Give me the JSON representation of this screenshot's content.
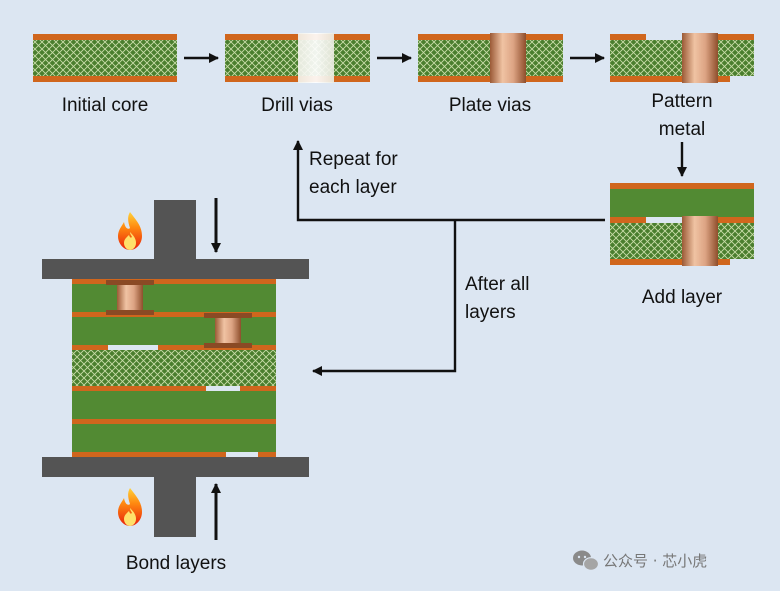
{
  "diagram": {
    "steps": {
      "initial_core": "Initial core",
      "drill_vias": "Drill vias",
      "plate_vias": "Plate vias",
      "pattern_metal_line1": "Pattern",
      "pattern_metal_line2": "metal",
      "add_layer": "Add layer",
      "bond_layers": "Bond layers"
    },
    "loop_labels": {
      "repeat_line1": "Repeat for",
      "repeat_line2": "each layer",
      "after_line1": "After all",
      "after_line2": "layers"
    },
    "watermark": "公众号 · 芯小虎"
  },
  "colors": {
    "background": "#dce6f2",
    "copper_foil": "#d0661d",
    "substrate_green": "#4a7e2e",
    "prepreg_green": "#528a33",
    "press_plate": "#545454",
    "via_copper": "#d7a17f",
    "arrow": "#111111"
  },
  "icons": [
    "flame-icon",
    "wechat-icon"
  ]
}
